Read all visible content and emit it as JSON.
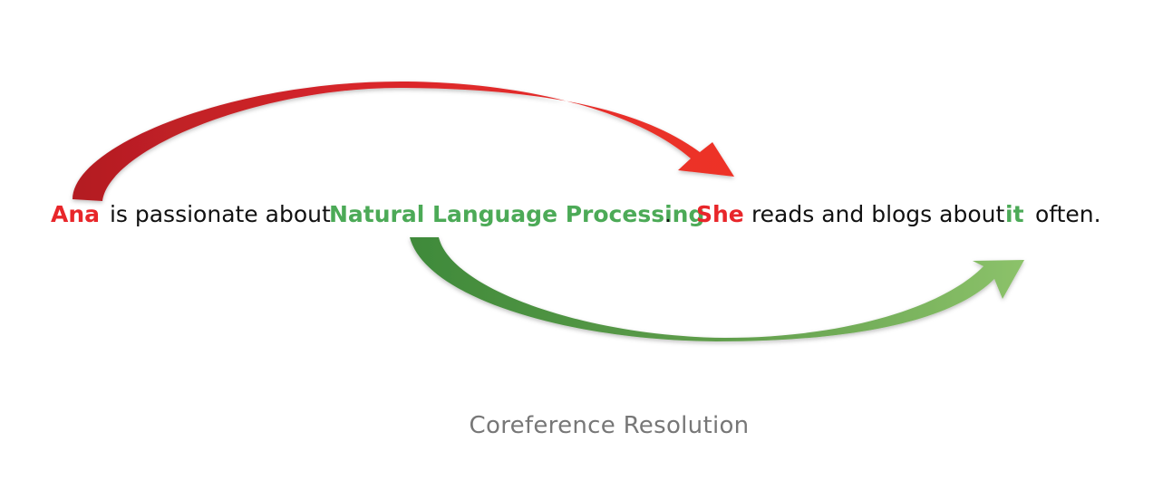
{
  "sentence": {
    "antecedent_1": "Ana",
    "text_1": " is passionate about ",
    "antecedent_2": "Natural Language Processing",
    "period": ".",
    "pronoun_1": "She",
    "text_2": " reads and blogs about ",
    "pronoun_2": "it",
    "text_3": " often."
  },
  "caption": "Coreference Resolution",
  "colors": {
    "red": "#e8262a",
    "green": "#4caa57",
    "text": "#111111",
    "caption": "#777777"
  }
}
